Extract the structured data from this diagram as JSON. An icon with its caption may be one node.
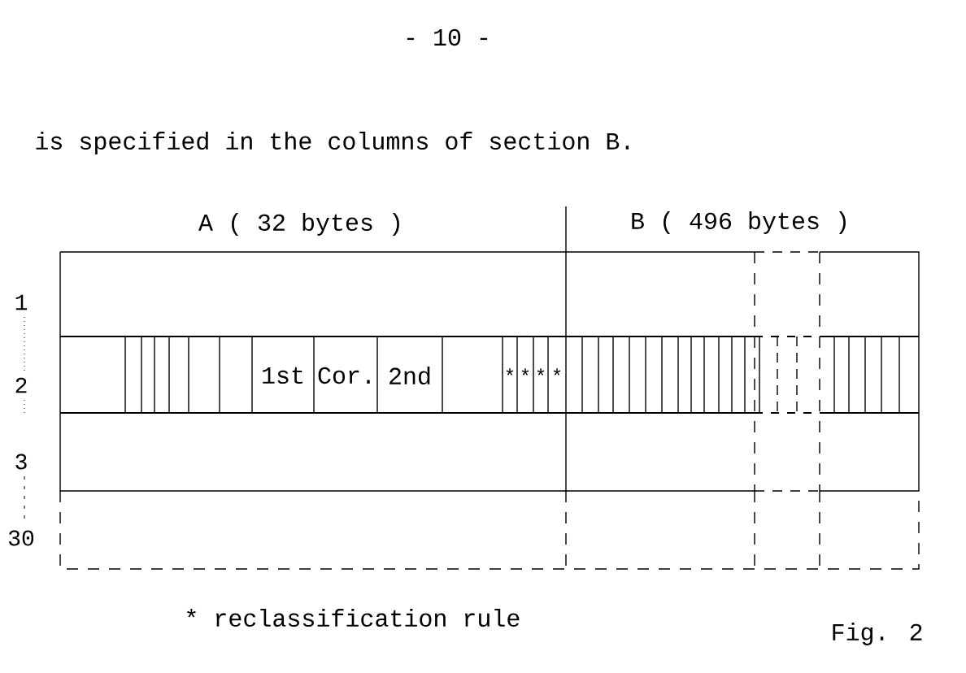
{
  "diagram": {
    "caption": "Fig. 2",
    "labels": [
      "- 10 -",
      "is specified in the columns of section B.",
      "A ( 32 bytes )",
      "B ( 496 bytes )",
      "1",
      "2",
      "3",
      "30",
      "1st",
      "Cor.",
      "2nd",
      "*",
      "*",
      "*",
      "*",
      "* reclassification rule"
    ]
  }
}
